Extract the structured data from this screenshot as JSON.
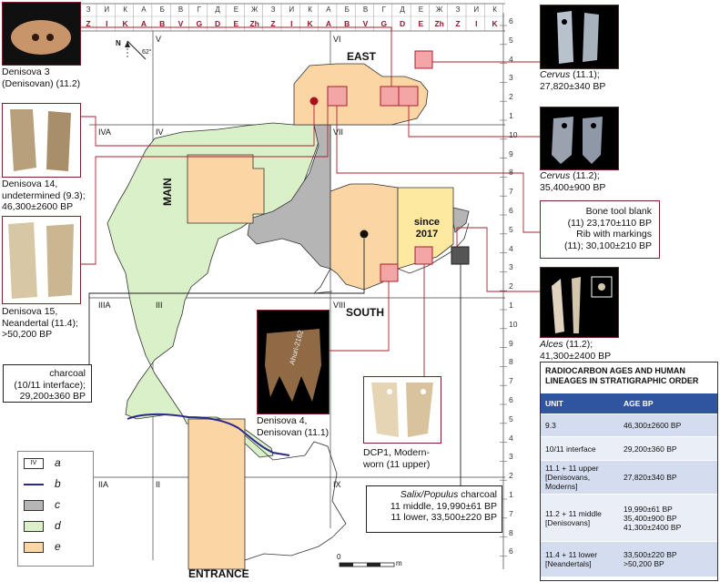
{
  "scale": {
    "cyr_top": [
      "З",
      "И",
      "К",
      "А",
      "Б",
      "В",
      "Г",
      "Д",
      "Е",
      "Ж",
      "З",
      "И",
      "К",
      "А",
      "Б",
      "В",
      "Г",
      "Д",
      "Е",
      "Ж",
      "З",
      "И",
      "К"
    ],
    "lat_top": [
      "Z",
      "I",
      "K",
      "A",
      "B",
      "V",
      "G",
      "D",
      "E",
      "Zh",
      "Z",
      "I",
      "K",
      "A",
      "B",
      "V",
      "G",
      "D",
      "E",
      "Zh",
      "Z",
      "I",
      "K"
    ],
    "right_numbers": [
      "6",
      "5",
      "4",
      "3",
      "2",
      "1",
      "10",
      "9",
      "8",
      "7",
      "6",
      "5",
      "4",
      "3",
      "2",
      "1",
      "10",
      "9",
      "8",
      "7",
      "6",
      "5",
      "4",
      "3",
      "2",
      "1",
      "7",
      "8",
      "6"
    ]
  },
  "north": {
    "n": "N",
    "angle": "62°"
  },
  "grid": {
    "v_left": "V",
    "vi": "VI",
    "iva": "IVA",
    "iv": "IV",
    "vii": "VII",
    "iiia": "IIIA",
    "iii": "III",
    "viii": "VIII",
    "iia": "IIA",
    "ii": "II",
    "ix": "IX"
  },
  "areas": {
    "east": "EAST",
    "main": "MAIN",
    "south": "SOUTH",
    "entrance": "ENTRANCE",
    "since_1": "since",
    "since_2": "2017"
  },
  "labels": {
    "denisova3": [
      "Denisova 3",
      "(Denisovan) (11.2)"
    ],
    "denisova14": [
      "Denisova 14,",
      "undetermined (9.3);",
      "46,300±2600 BP"
    ],
    "denisova15": [
      "Denisova 15,",
      "Neandertal (11.4);",
      ">50,200 BP"
    ],
    "charcoal": [
      "charcoal",
      "(10/11 interface);",
      "29,200±360 BP"
    ],
    "denisova4": [
      "Denisova 4,",
      "Denisovan (11.1)"
    ],
    "dcp1": [
      "DCP1, Modern-",
      "worn (11 upper)"
    ],
    "salix_italic": "Salix/Populus",
    "salix_rest": " charcoal",
    "salix_lines": [
      "11 middle, 19,990±61 BP",
      "11 lower, 33,500±220 BP"
    ],
    "cervus1_name": "Cervus",
    "cervus1_rest": " (11.1);",
    "cervus1_age": "27,820±340 BP",
    "cervus2_name": "Cervus",
    "cervus2_rest": " (11.2);",
    "cervus2_age": "35,400±900 BP",
    "bonetool": [
      "Bone tool blank",
      "(11) 23,170±110 BP",
      "Rib with markings",
      "(11); 30,100±210 BP"
    ],
    "alces_name": "Alces",
    "alces_rest": " (11.2);",
    "alces_age": "41,300±2400 BP",
    "scale_zero": "0",
    "scale_m": "m"
  },
  "legend": [
    {
      "key": "a",
      "symbol": "IV"
    },
    {
      "key": "b",
      "symbol": ""
    },
    {
      "key": "c",
      "symbol": ""
    },
    {
      "key": "d",
      "symbol": ""
    },
    {
      "key": "e",
      "symbol": ""
    }
  ],
  "table": {
    "title": "RADIOCARBON AGES AND HUMAN LINEAGES IN STRATIGRAPHIC ORDER",
    "head": [
      "UNIT",
      "AGE BP"
    ],
    "rows": [
      {
        "unit": [
          "9.3"
        ],
        "age": [
          "46,300±2600 BP"
        ]
      },
      {
        "unit": [
          "10/11 interface"
        ],
        "age": [
          "29,200±360 BP"
        ]
      },
      {
        "unit": [
          "11.1 + 11 upper",
          "[Denisovans, Moderns]"
        ],
        "age": [
          "27,820±340 BP"
        ]
      },
      {
        "unit": [
          "11.2 + 11 middle",
          "[Denisovans]"
        ],
        "age": [
          "19,990±61 BP",
          "35,400±900 BP",
          "41,300±2400 BP"
        ]
      },
      {
        "unit": [
          "11.4 + 11 lower",
          "[Neandertals]"
        ],
        "age": [
          "33,500±220 BP",
          ">50,200 BP"
        ]
      }
    ]
  },
  "colors": {
    "e_fill": "#fcd5a5",
    "d_fill": "#d9f0c8",
    "c_fill": "#b5b5b5",
    "square_fill": "#f4a5a5",
    "since_fill": "#fde9a0",
    "line": "#a8202f",
    "river": "#2a2a8a"
  }
}
